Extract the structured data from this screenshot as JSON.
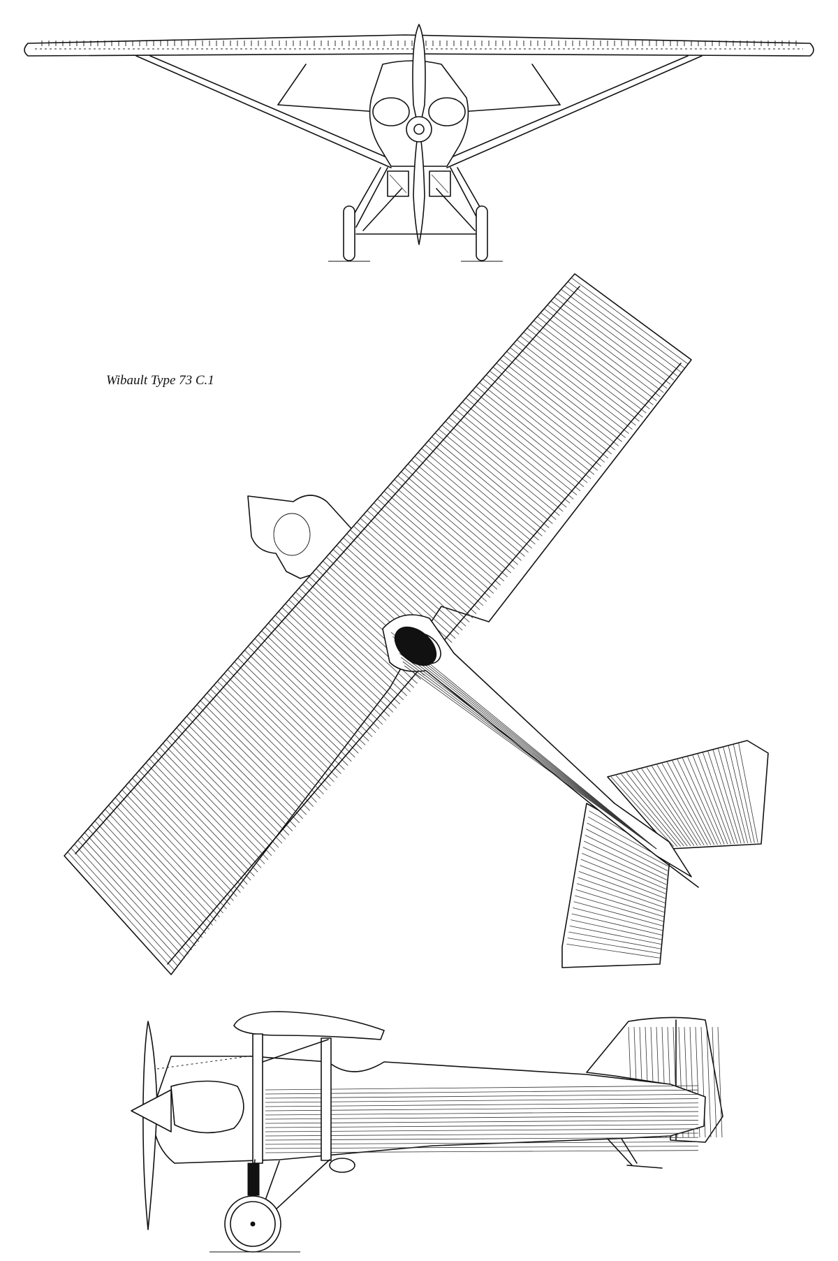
{
  "caption": "Wibault Type 73 C.1",
  "colors": {
    "ink": "#111111",
    "paper": "#ffffff"
  },
  "views": {
    "front": "front-view",
    "top": "top-view",
    "side": "side-view"
  }
}
